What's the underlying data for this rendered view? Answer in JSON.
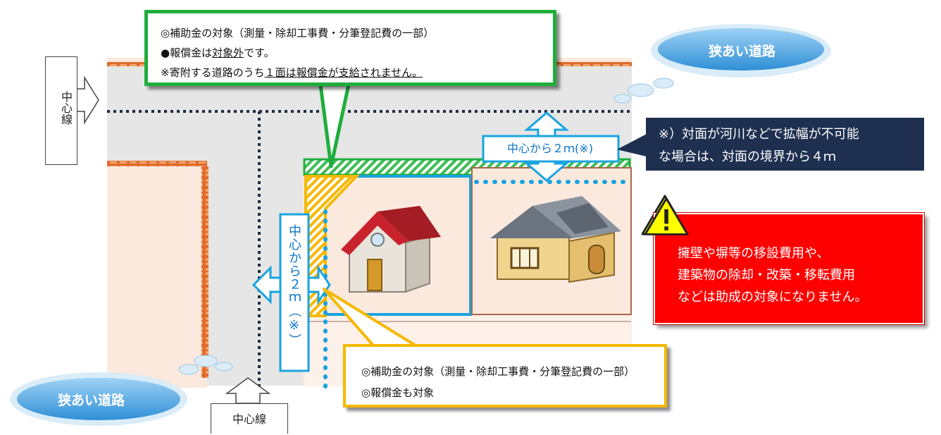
{
  "top_callout": {
    "line1": "◎補助金の対象（測量・除却工事費・分筆登記費の一部）",
    "line2_prefix": "●報償金は",
    "line2_underlined": "対象外",
    "line2_suffix": "です。",
    "line3_prefix": "※寄附する道路のうち",
    "line3_underlined": "１面は報償金が支給されません。"
  },
  "bottom_callout": {
    "line1": "◎補助金の対象（測量・除却工事費・分筆登記費の一部）",
    "line2": "◎報償金も対象"
  },
  "note_box": {
    "line1": "※）対面が河川などで拡幅が不可能",
    "line2": "な場合は、対面の境界から４ｍ"
  },
  "warning_box": {
    "line1": "擁壁や塀等の移設費用や、",
    "line2": "建築物の除却・改築・移転費用",
    "line3": "などは助成の対象になりません。"
  },
  "centerline_left_label": "中心線",
  "centerline_bottom_label": "中心線",
  "distance_horizontal_label": "中心から２ｍ(※)",
  "distance_vertical_label": "中心から２ｍ（※）",
  "cloud_top_right_label": "狭あい道路",
  "cloud_bottom_left_label": "狭あい道路",
  "colors": {
    "road": "#e6e6e6",
    "lot": "#fbe9dd",
    "wall": "#e06a2b",
    "green": "#1fae3c",
    "gold": "#f6b800",
    "blue": "#1aa3e0",
    "navy": "#1e2f4f",
    "red": "#ff0000"
  },
  "icons": [
    "house-red-roof-icon",
    "house-gray-roof-icon",
    "warning-sign-icon",
    "cloud-icon",
    "arrow-right-icon",
    "arrow-up-icon"
  ]
}
